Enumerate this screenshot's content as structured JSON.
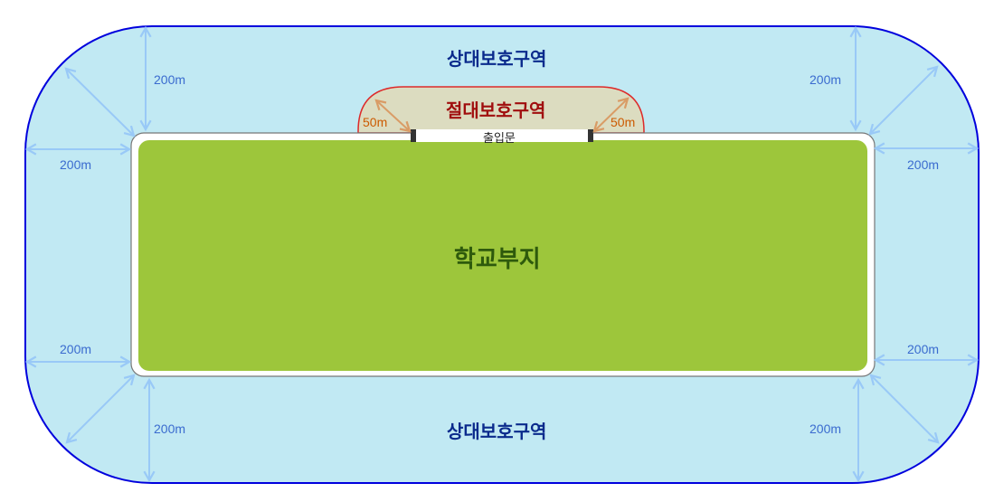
{
  "colors": {
    "relative_zone_fill": "#c1e9f3",
    "relative_zone_stroke": "#0000dd",
    "absolute_zone_fill": "#dcdcc0",
    "absolute_zone_stroke": "#dd2a2a",
    "school_fill": "#9dc63b",
    "school_border": "#777777",
    "distance_arrow": "#99c9f7",
    "absolute_arrow": "#d99c66",
    "gate_post": "#333333"
  },
  "relative_zone": {
    "top_label": "상대보호구역",
    "bottom_label": "상대보호구역",
    "distances": {
      "top_left_vertical": "200m",
      "top_left_horizontal": "200m",
      "top_right_vertical": "200m",
      "top_right_horizontal": "200m",
      "bottom_left_vertical": "200m",
      "bottom_left_horizontal": "200m",
      "bottom_right_vertical": "200m",
      "bottom_right_horizontal": "200m"
    }
  },
  "absolute_zone": {
    "label": "절대보호구역",
    "left_distance": "50m",
    "right_distance": "50m"
  },
  "gate": {
    "label": "출입문"
  },
  "school": {
    "label": "학교부지"
  }
}
